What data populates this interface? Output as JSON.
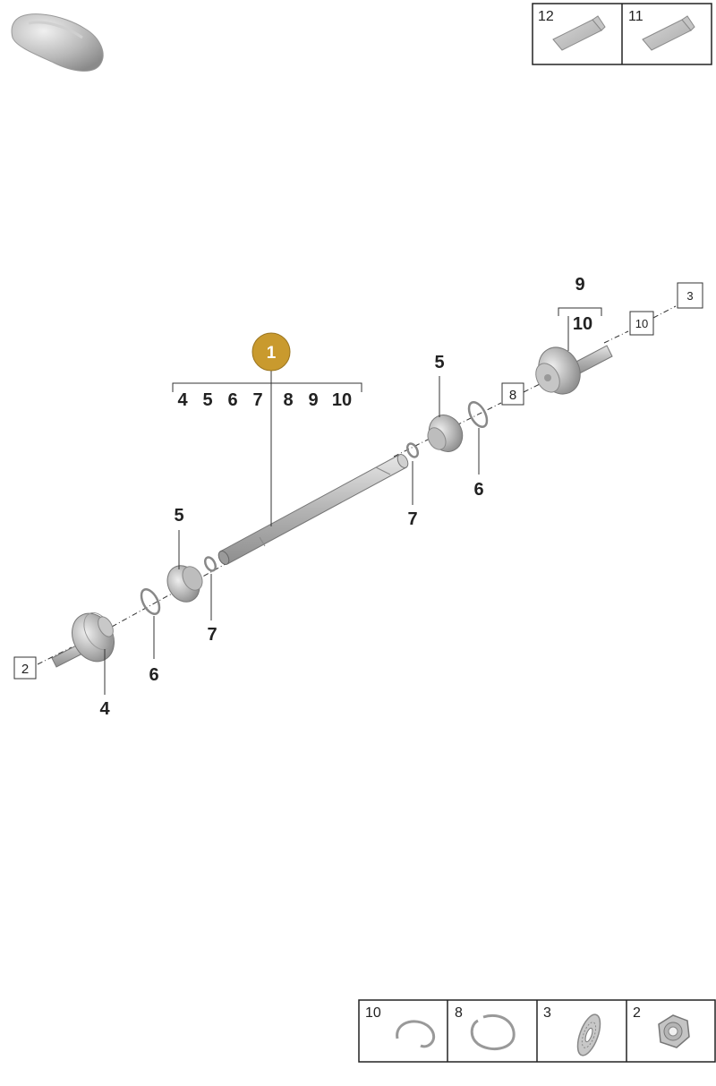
{
  "callouts": {
    "main_badge": "1",
    "main_bracket": [
      "4",
      "5",
      "6",
      "7",
      "8",
      "9",
      "10"
    ],
    "top_right_9": "9",
    "top_right_10": "10",
    "left_boot_5": "5",
    "left_clamp_7": "7",
    "left_ring_6": "6",
    "left_joint_4": "4",
    "right_boot_5": "5",
    "right_clamp_7": "7",
    "right_ring_6": "6"
  },
  "boxed_refs": {
    "left_end": "2",
    "right_end": "3",
    "right_ring": "8",
    "right_circlip": "10"
  },
  "top_legend": [
    {
      "number": "12",
      "icon": "grease-tube-icon"
    },
    {
      "number": "11",
      "icon": "grease-tube-icon"
    }
  ],
  "bottom_legend": [
    {
      "number": "10",
      "icon": "circlip-icon"
    },
    {
      "number": "8",
      "icon": "snap-ring-icon"
    },
    {
      "number": "3",
      "icon": "washer-icon"
    },
    {
      "number": "2",
      "icon": "hex-nut-icon"
    }
  ],
  "colors": {
    "badge": "#c99a2e",
    "part_gray": "#b8b8b8",
    "line": "#333333"
  }
}
